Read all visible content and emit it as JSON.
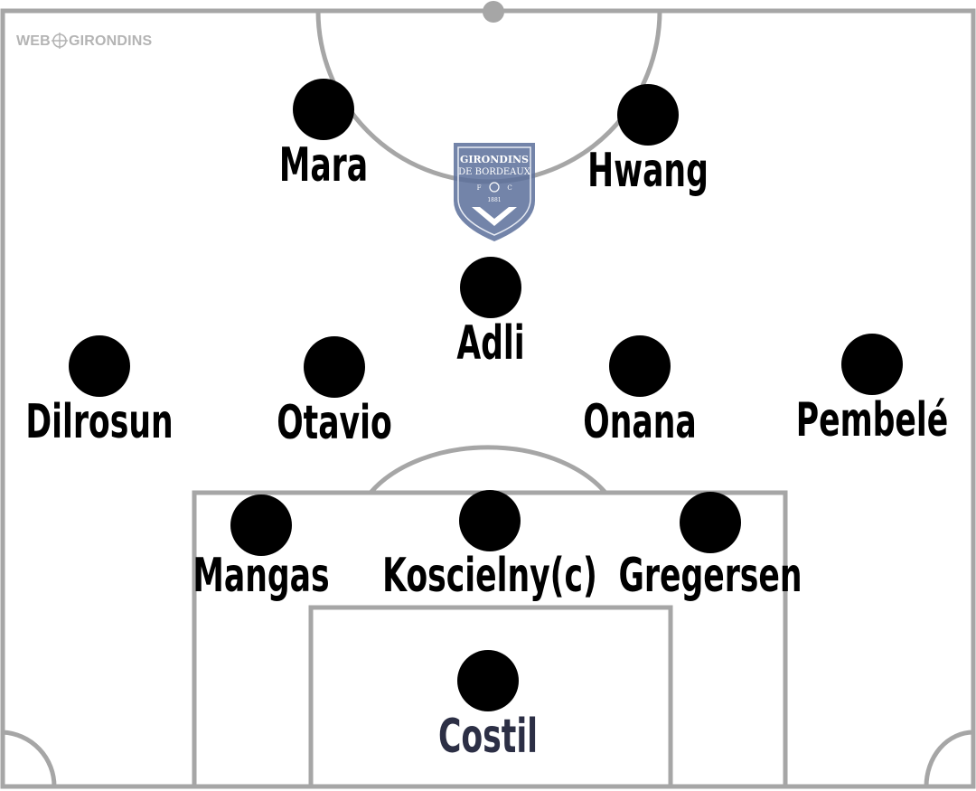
{
  "watermark": {
    "left": "WEB",
    "right": "GIRONDINS"
  },
  "crest": {
    "line1": "GIRONDINS",
    "line2": "DE BORDEAUX",
    "initials_left": "F",
    "initials_right": "C",
    "year": "1881",
    "color": "#5a6e9a"
  },
  "colors": {
    "pitch_lines": "#a6a6a6",
    "player_dot": "#000000",
    "goalkeeper_name": "#2c2f45"
  },
  "players": [
    {
      "name": "Mara",
      "role": "forward"
    },
    {
      "name": "Hwang",
      "role": "forward"
    },
    {
      "name": "Adli",
      "role": "attacking-midfielder"
    },
    {
      "name": "Dilrosun",
      "role": "midfielder"
    },
    {
      "name": "Otavio",
      "role": "midfielder"
    },
    {
      "name": "Onana",
      "role": "midfielder"
    },
    {
      "name": "Pembelé",
      "role": "midfielder"
    },
    {
      "name": "Mangas",
      "role": "defender"
    },
    {
      "name": "Koscielny(c)",
      "role": "defender"
    },
    {
      "name": "Gregersen",
      "role": "defender"
    },
    {
      "name": "Costil",
      "role": "goalkeeper"
    }
  ]
}
